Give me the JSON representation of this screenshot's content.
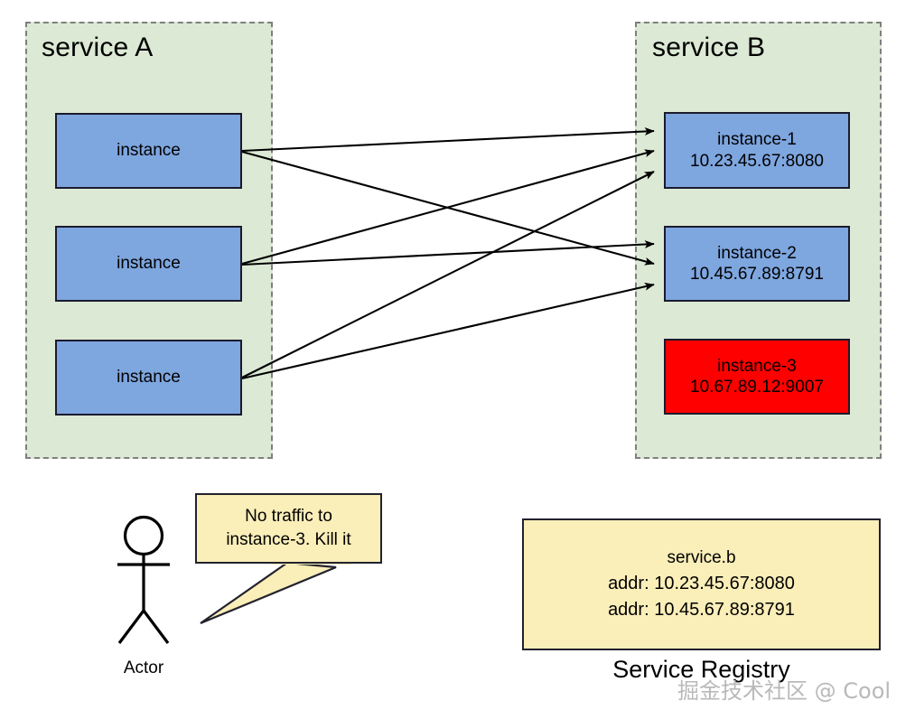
{
  "diagram": {
    "title_service_a": "service A",
    "title_service_b": "service B",
    "service_a": {
      "instances": [
        {
          "label": "instance"
        },
        {
          "label": "instance"
        },
        {
          "label": "instance"
        }
      ]
    },
    "service_b": {
      "instances": [
        {
          "name": "instance-1",
          "addr": "10.23.45.67:8080",
          "state": "healthy",
          "color": "#7ea6df"
        },
        {
          "name": "instance-2",
          "addr": "10.45.67.89:8791",
          "state": "healthy",
          "color": "#7ea6df"
        },
        {
          "name": "instance-3",
          "addr": "10.67.89.12:9007",
          "state": "dead",
          "color": "#fe0000"
        }
      ]
    },
    "actor": {
      "label": "Actor",
      "speech_line1": "No traffic to",
      "speech_line2": "instance-3. Kill it"
    },
    "registry": {
      "caption": "Service Registry",
      "service_name": "service.b",
      "addr_line1": "addr: 10.23.45.67:8080",
      "addr_line2": "addr: 10.45.67.89:8791"
    },
    "watermark": "掘金技术社区 @ Cool",
    "colors": {
      "container_fill": "#dce9d5",
      "container_border": "#7f7f7f",
      "instance_blue": "#7ea6df",
      "instance_red": "#fe0000",
      "note_yellow": "#faeeb9",
      "stroke": "#000000"
    }
  }
}
